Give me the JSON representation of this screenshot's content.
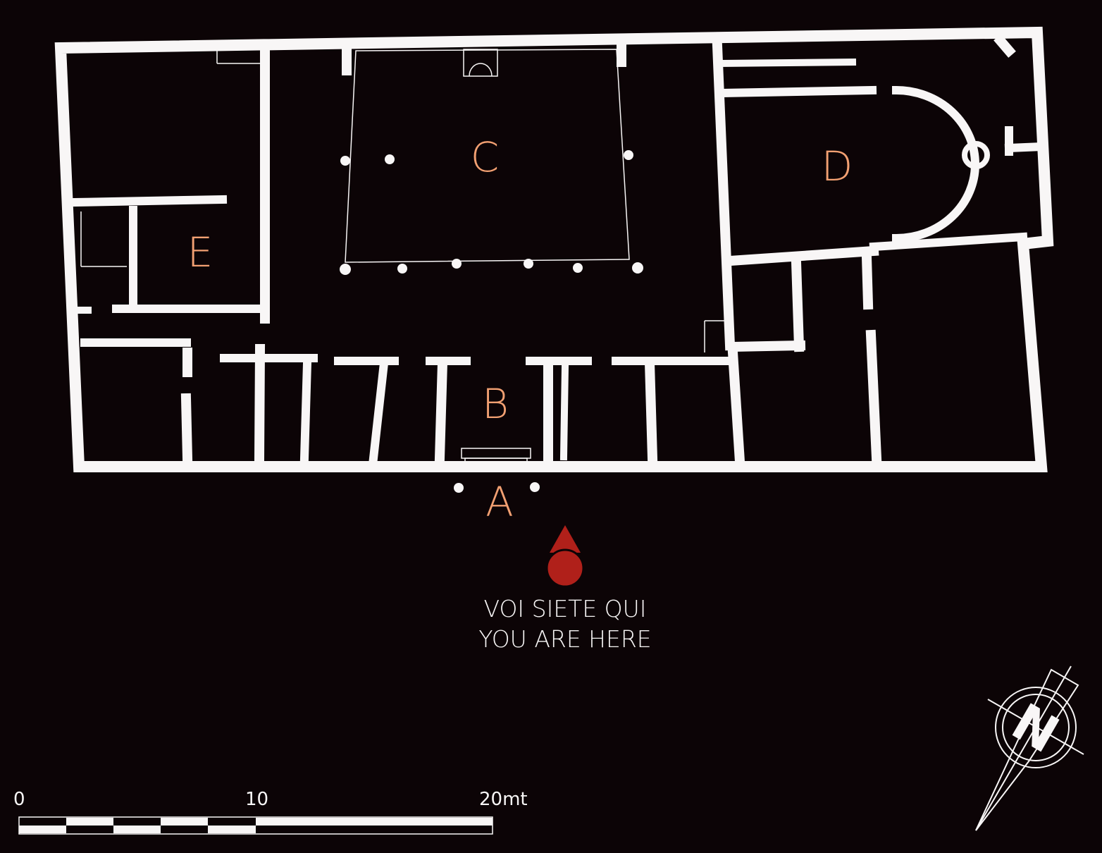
{
  "rooms": {
    "a": "A",
    "b": "B",
    "c": "C",
    "d": "D",
    "e": "E"
  },
  "marker": {
    "line1": "VOI SIETE QUI",
    "line2": "YOU ARE HERE",
    "color": "#b0201a"
  },
  "scale": {
    "label_0": "0",
    "label_10": "10",
    "label_20": "20mt"
  },
  "compass": {
    "north_letter": "N"
  },
  "colors": {
    "background": "#0c0406",
    "walls": "#f8f6f6",
    "labels": "#f2a072"
  }
}
